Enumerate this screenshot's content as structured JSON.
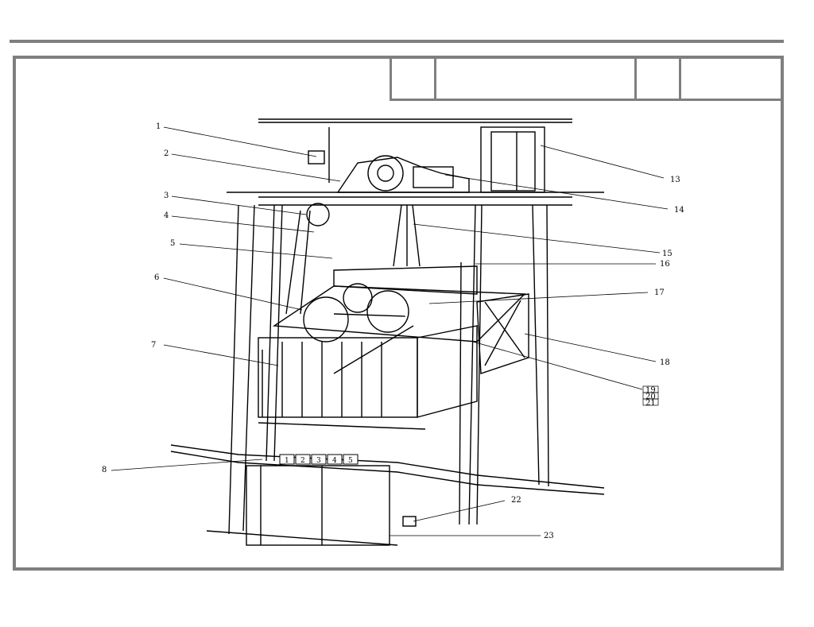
{
  "labels": [
    {
      "id": "1",
      "text": "1"
    },
    {
      "id": "2",
      "text": "2"
    },
    {
      "id": "3",
      "text": "3"
    },
    {
      "id": "4",
      "text": "4"
    },
    {
      "id": "5",
      "text": "5"
    },
    {
      "id": "6",
      "text": "6"
    },
    {
      "id": "7",
      "text": "7"
    },
    {
      "id": "8",
      "text": "8"
    },
    {
      "id": "13",
      "text": "13"
    },
    {
      "id": "14",
      "text": "14"
    },
    {
      "id": "15",
      "text": "15"
    },
    {
      "id": "16",
      "text": "16"
    },
    {
      "id": "17",
      "text": "17"
    },
    {
      "id": "18",
      "text": "18"
    },
    {
      "id": "19",
      "text": "19"
    },
    {
      "id": "20",
      "text": "20"
    },
    {
      "id": "21",
      "text": "21"
    },
    {
      "id": "22",
      "text": "22"
    },
    {
      "id": "23",
      "text": "23"
    }
  ],
  "floor_boxes": [
    "1",
    "2",
    "3",
    "4",
    "5"
  ],
  "colors": {
    "frame": "#7f7f7f",
    "ink": "#000000"
  }
}
